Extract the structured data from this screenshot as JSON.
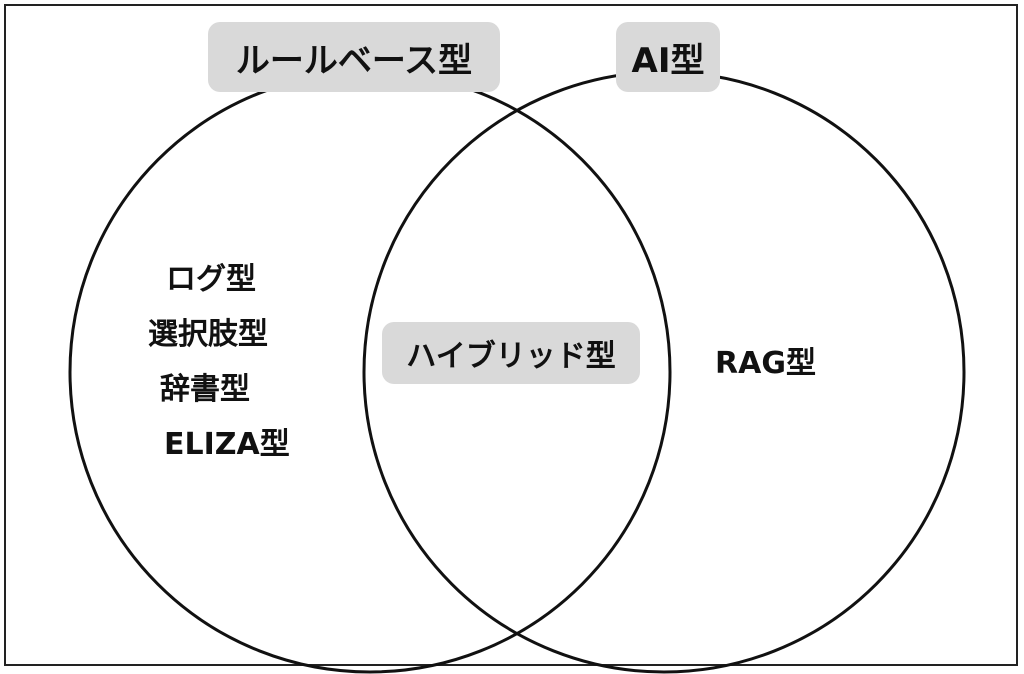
{
  "sets": {
    "left": {
      "title": "ルールベース型",
      "items": [
        "ログ型",
        "選択肢型",
        "辞書型",
        "ELIZA型"
      ]
    },
    "right": {
      "title": "AI型",
      "items": [
        "RAG型"
      ]
    },
    "intersection": {
      "title": "ハイブリッド型"
    }
  },
  "colors": {
    "circle_stroke": "#111111",
    "label_background": "#d9d9d9",
    "text": "#111111",
    "frame_border": "#222222"
  }
}
